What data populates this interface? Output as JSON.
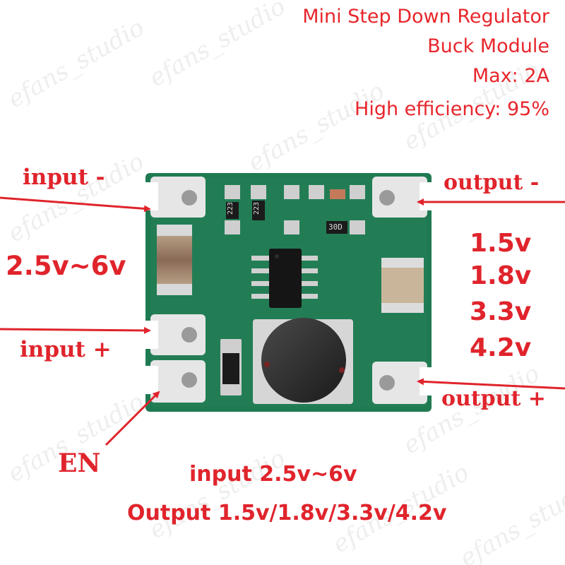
{
  "watermark": "efans_studio",
  "header": {
    "line1": "Mini Step Down Regulator",
    "line2": "Buck Module",
    "line3": "Max: 2A",
    "line4": "High efficiency: 95%"
  },
  "pins": {
    "input_minus": "input -",
    "input_plus": "input +",
    "output_minus": "output -",
    "output_plus": "output +",
    "en": "EN"
  },
  "input_range": "2.5v~6v",
  "output_voltages": [
    "1.5v",
    "1.8v",
    "3.3v",
    "4.2v"
  ],
  "board_markings": {
    "resistor_1": "223",
    "resistor_2": "223",
    "resistor_3": "30D"
  },
  "footer": {
    "line1": "input 2.5v~6v",
    "line2": "Output 1.5v/1.8v/3.3v/4.2v"
  },
  "colors": {
    "label_red": "#e0242c",
    "pcb_green": "#1f7a52",
    "pad_silver": "#e6e6e6"
  }
}
